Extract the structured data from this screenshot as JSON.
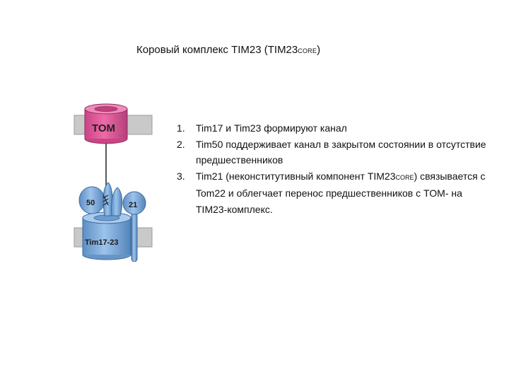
{
  "title": {
    "main": "Коровый комплекс TIM23 (TIM23",
    "sub": "CORE",
    "end": ")"
  },
  "diagram": {
    "labels": {
      "tom": "TOM",
      "tim50": "50",
      "tim21": "21",
      "tim17_23": "Tim17-23"
    },
    "colors": {
      "tom_fill": "#e0569a",
      "tom_dark": "#b03a75",
      "tim_fill": "#7aa8d8",
      "tim_dark": "#4f7fb5",
      "membrane": "#c8c8c8"
    }
  },
  "points": [
    {
      "num": "1.",
      "text": "Tim17 и Tim23 формируют канал"
    },
    {
      "num": "2.",
      "text": "Tim50 поддерживает канал в закрытом состоянии в отсутствие предшественников"
    },
    {
      "num": "3.",
      "pre": "Tim21 (неконститутивный компонент TIM23",
      "sub": "CORE",
      "post": ") связывается с Tom22 и облегчает перенос предшественников с TOM- на TIM23-комплекс."
    }
  ]
}
